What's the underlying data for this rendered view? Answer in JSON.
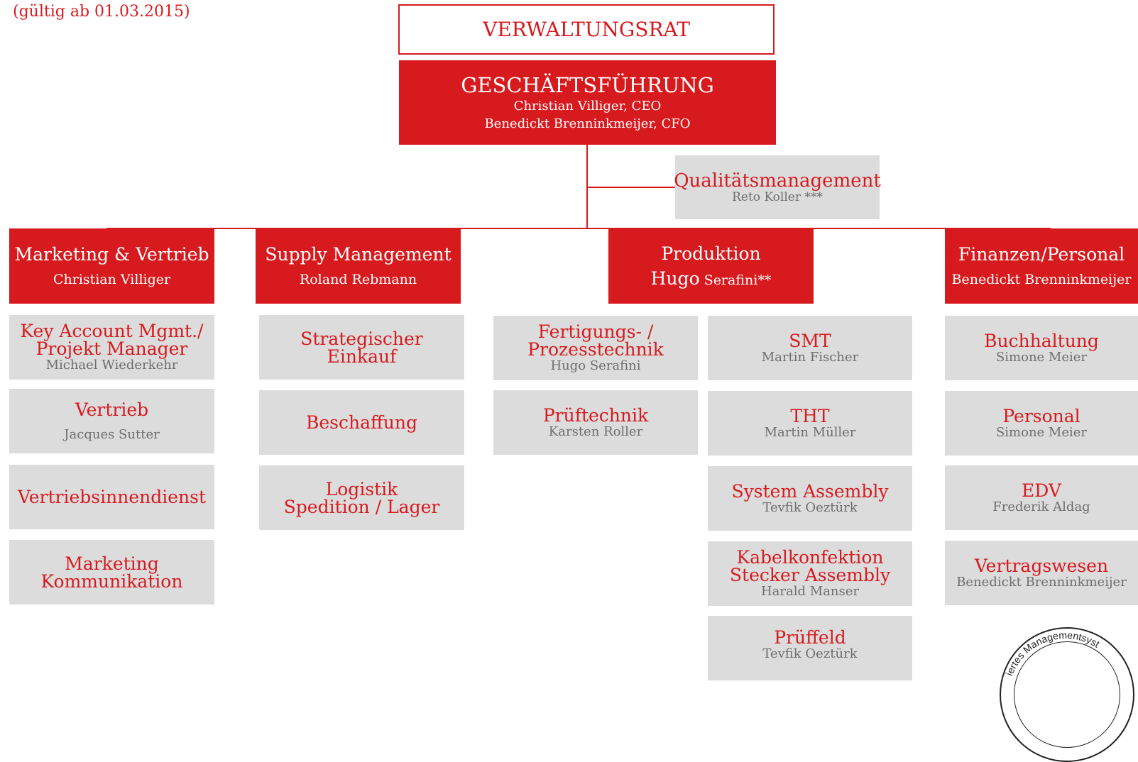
{
  "date_note": "(gültig ab 01.03.2015)",
  "board": "VERWALTUNGSRAT",
  "management": {
    "title": "GESCHÄFTSFÜHRUNG",
    "people": [
      "Christian Villiger, CEO",
      "Benedickt Brenninkmeijer, CFO"
    ]
  },
  "quality": {
    "title": "Qualitätsmanagement",
    "person": "Reto Koller ***"
  },
  "departments": [
    {
      "title": "Marketing & Vertrieb",
      "person": "Christian Villiger"
    },
    {
      "title": "Supply Management",
      "person": "Roland Rebmann"
    },
    {
      "title": "Produktion",
      "person_first": "Hugo",
      "person_rest": "Serafini**"
    },
    {
      "title": "Finanzen/Personal",
      "person": "Benedickt Brenninkmeijer"
    }
  ],
  "marketing_units": [
    {
      "title_lines": [
        "Key Account Mgmt./",
        "Projekt Manager"
      ],
      "person": "Michael Wiederkehr"
    },
    {
      "title_lines": [
        "Vertrieb"
      ],
      "person": "Jacques Sutter"
    },
    {
      "title_lines": [
        "Vertriebsinnendienst"
      ],
      "person": ""
    },
    {
      "title_lines": [
        "Marketing",
        "Kommunikation"
      ],
      "person": ""
    }
  ],
  "supply_units": [
    {
      "title_lines": [
        "Strategischer",
        "Einkauf"
      ],
      "person": ""
    },
    {
      "title_lines": [
        "Beschaffung"
      ],
      "person": ""
    },
    {
      "title_lines": [
        "Logistik",
        "Spedition / Lager"
      ],
      "person": ""
    }
  ],
  "production_units_left": [
    {
      "title_lines": [
        "Fertigungs- /",
        "Prozesstechnik"
      ],
      "person": "Hugo Serafini"
    },
    {
      "title_lines": [
        "Prüftechnik"
      ],
      "person": "Karsten Roller"
    }
  ],
  "production_units_right": [
    {
      "title_lines": [
        "SMT"
      ],
      "person": "Martin Fischer"
    },
    {
      "title_lines": [
        "THT"
      ],
      "person": "Martin Müller"
    },
    {
      "title_lines": [
        "System Assembly"
      ],
      "person": "Tevfik Oeztürk"
    },
    {
      "title_lines": [
        "Kabelkonfektion",
        "Stecker Assembly"
      ],
      "person": "Harald Manser"
    },
    {
      "title_lines": [
        "Prüffeld"
      ],
      "person": "Tevfik Oeztürk"
    }
  ],
  "finance_units": [
    {
      "title_lines": [
        "Buchhaltung"
      ],
      "person": "Simone Meier"
    },
    {
      "title_lines": [
        "Personal"
      ],
      "person": "Simone Meier"
    },
    {
      "title_lines": [
        "EDV"
      ],
      "person": "Frederik Aldag"
    },
    {
      "title_lines": [
        "Vertragswesen"
      ],
      "person": "Benedickt Brenninkmeijer"
    }
  ],
  "seal_text": "tifiziertes Managementsyst",
  "colors": {
    "accent": "#d71a1e",
    "box": "#dcdcdc",
    "person_text": "#6e6e6e"
  }
}
